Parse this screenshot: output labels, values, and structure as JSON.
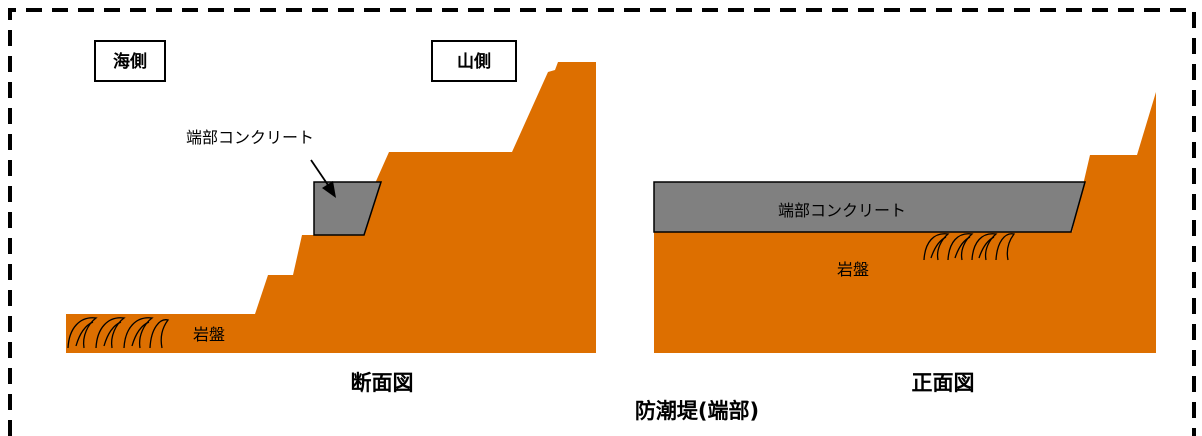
{
  "colors": {
    "rock": "#dd6f00",
    "concrete": "#808080",
    "outline": "#000000",
    "frame": "#000000",
    "background": "#ffffff"
  },
  "labels": {
    "sea_side": "海側",
    "mountain_side": "山側",
    "end_concrete_cross": "端部コンクリート",
    "end_concrete_front": "端部コンクリート",
    "bedrock_cross": "岩盤",
    "bedrock_front": "岩盤",
    "cross_section_caption": "断面図",
    "front_view_caption": "正面図",
    "main_title": "防潮堤(端部)"
  },
  "icons": {
    "grass_cross": "grass-tufts-icon",
    "grass_front": "grass-tufts-icon",
    "pointer": "arrow-pointer-icon"
  }
}
